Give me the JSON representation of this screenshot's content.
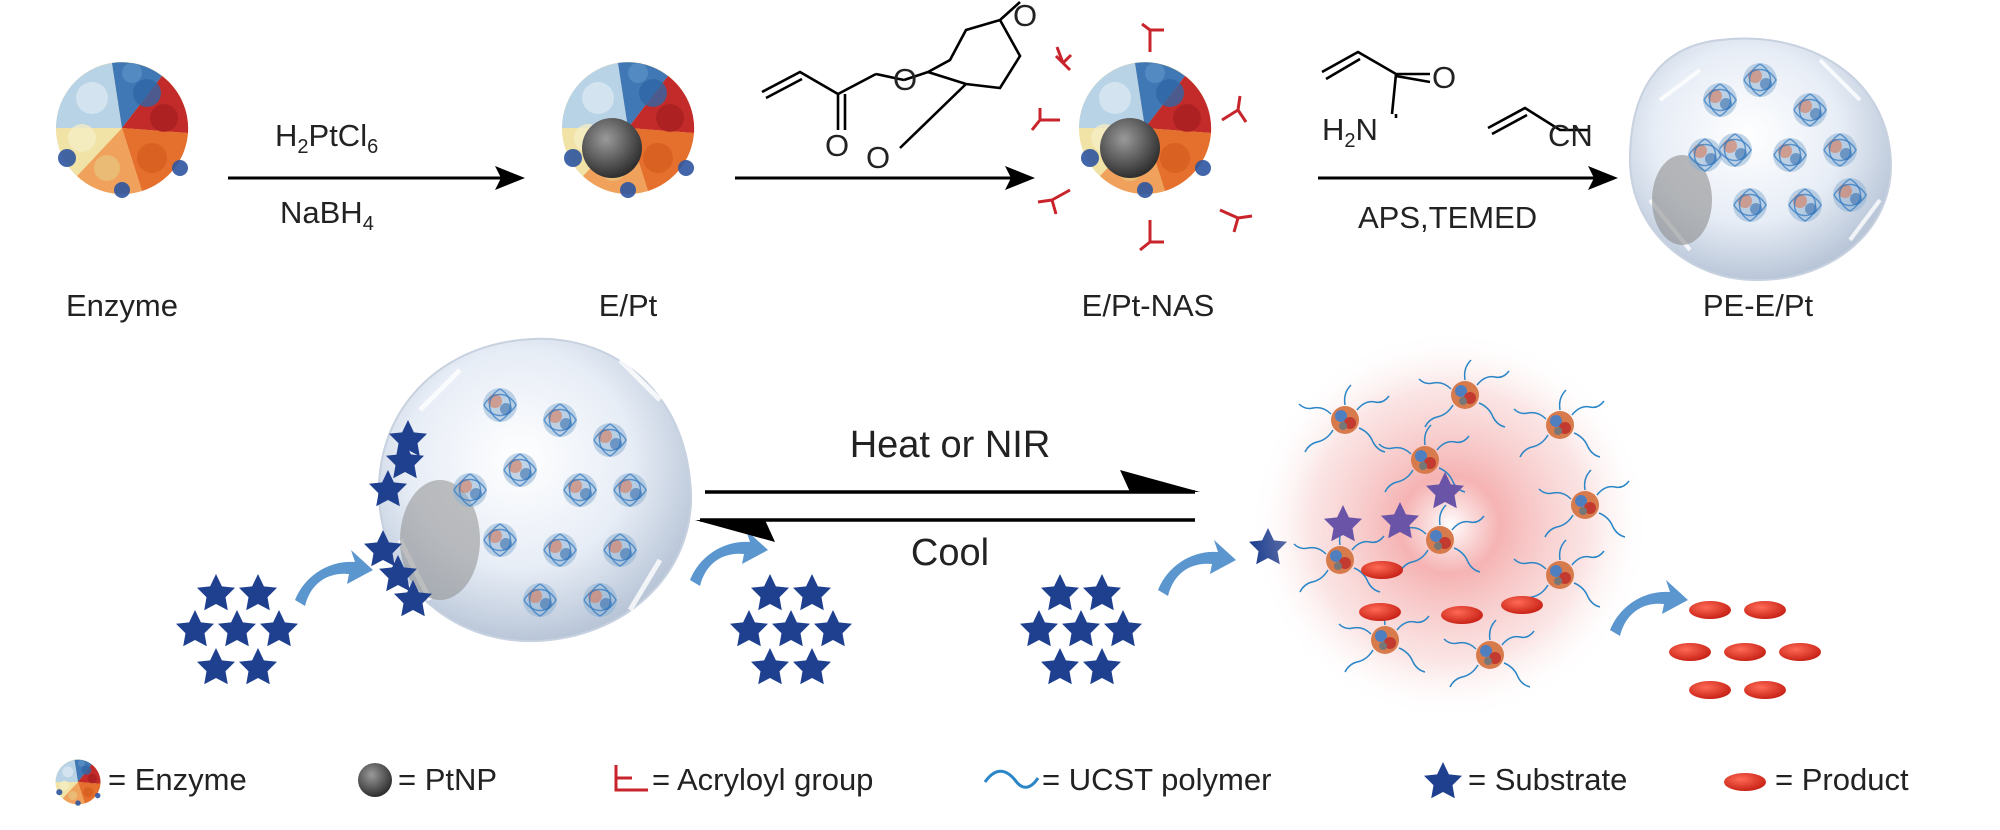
{
  "step_labels": {
    "enzyme": "Enzyme",
    "e_pt": "E/Pt",
    "e_pt_nas": "E/Pt-NAS",
    "pe_e_pt": "PE-E/Pt"
  },
  "reagents": {
    "step1_top": {
      "main": "H",
      "sub1": "2",
      "mid": "PtCl",
      "sub2": "6"
    },
    "step1_bottom": {
      "main": "NaBH",
      "sub1": "4"
    },
    "step3_bottom": "APS,TEMED"
  },
  "chem_labels": {
    "nas_o1": "O",
    "nas_o2": "O",
    "nas_o3": "O",
    "nas_o4": "O",
    "acrylamide_o": "O",
    "acrylamide_n": "H",
    "acrylamide_sub": "2",
    "acrylamide_n2": "N",
    "acrylonitrile_cn": "CN"
  },
  "equilibrium": {
    "forward": "Heat or NIR",
    "reverse": "Cool"
  },
  "legend": {
    "enzyme": "= Enzyme",
    "ptnp": "= PtNP",
    "acryloyl": "= Acryloyl group",
    "ucst": "= UCST  polymer",
    "substrate": "= Substrate",
    "product": "= Product"
  },
  "colors": {
    "star": "#1f3f8f",
    "product": "#d8261b",
    "acryloyl": "#c8242b",
    "ucst": "#2a86c7",
    "hydrogel": "#dfe7f2"
  }
}
